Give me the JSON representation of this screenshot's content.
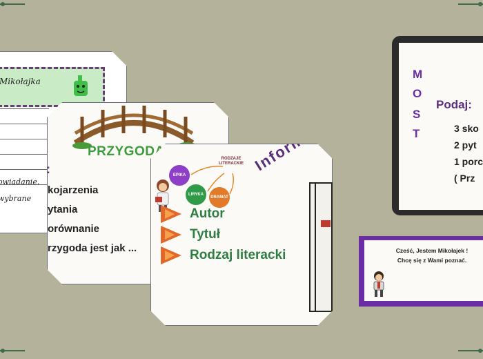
{
  "worksheet": {
    "name_label": "Mikołajka",
    "line_1": "owiadanie.",
    "line_2": "wybrane"
  },
  "przygoda_card": {
    "title": "PRZYGODA",
    "colon": ":",
    "items": [
      "kojarzenia",
      "ytania",
      "orównanie",
      "rzygoda jest jak ..."
    ]
  },
  "informacje_card": {
    "title": "Informa",
    "diagram": {
      "root": "RODZAJE LITERACKIE",
      "nodes": [
        "EPIKA",
        "LIRYKA",
        "DRAMAT"
      ]
    },
    "items": [
      "Autor",
      "Tytuł",
      "Rodzaj literacki"
    ]
  },
  "tablet": {
    "vertical_letters": [
      "M",
      "O",
      "S",
      "T"
    ],
    "heading": "Podaj:",
    "lines": [
      "3 sko",
      "2 pyt",
      "1 porc",
      "( Prz"
    ]
  },
  "greeting": {
    "line_1": "Cześć, Jestem Mikołajek !",
    "line_2": "Chcę się z Wami poznać."
  },
  "colors": {
    "background": "#b5b29b",
    "purple": "#6a2da3",
    "green": "#2f7d41",
    "orange": "#e2672a"
  }
}
